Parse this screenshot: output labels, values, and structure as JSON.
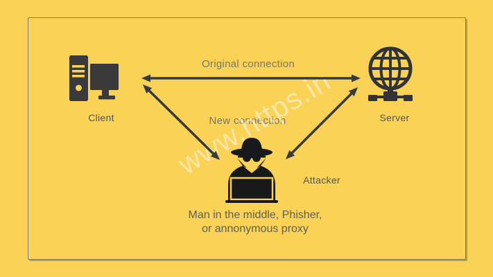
{
  "diagram": {
    "type": "man-in-the-middle-attack",
    "nodes": {
      "client": {
        "label": "Client",
        "icon": "desktop-computer-icon"
      },
      "server": {
        "label": "Server",
        "icon": "globe-network-icon"
      },
      "attacker": {
        "label": "Attacker",
        "icon": "spy-hacker-icon"
      }
    },
    "connections": {
      "original": {
        "label": "Original connection",
        "from": "Client",
        "to": "Server",
        "style": "double-headed-arrow"
      },
      "new_client": {
        "label": "New connection",
        "from": "Client",
        "to": "Attacker",
        "style": "double-headed-arrow"
      },
      "new_server": {
        "label": "New connection",
        "from": "Attacker",
        "to": "Server",
        "style": "double-headed-arrow"
      }
    },
    "caption": {
      "line1": "Man in the middle, Phisher,",
      "line2": "or annonymous proxy"
    },
    "watermark": {
      "text": "www.https.in"
    }
  },
  "colors": {
    "background": "#f9d256",
    "frame_border": "#7e7e72",
    "client_icon": "#3a3a3a",
    "server_icon": "#303338",
    "attacker_icon": "#18191b",
    "arrow": "#333a40",
    "node_label_text": "#56554b",
    "connection_label_text": "#7b7768",
    "caption_text": "#605f55",
    "watermark_text": "rgba(255,255,255,0.48)"
  }
}
